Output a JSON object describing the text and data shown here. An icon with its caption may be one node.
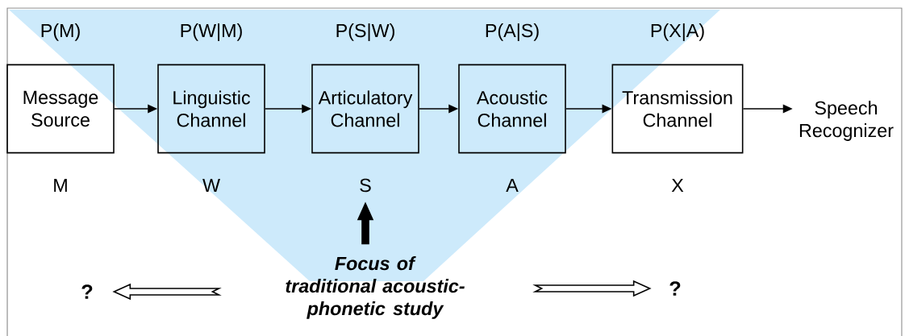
{
  "diagram": {
    "nodes": [
      {
        "text": [
          "Message Source"
        ],
        "beside": [
          "P(M)",
          "M"
        ]
      },
      {
        "text": [
          "Linguistic Channel"
        ],
        "beside": [
          "P(W|M)",
          "W"
        ]
      },
      {
        "text": [
          "Articulatory Channel"
        ],
        "beside": [
          "P(S|W)",
          "S"
        ]
      },
      {
        "text": [
          "Acoustic Channel"
        ],
        "beside": [
          "P(A|S)",
          "A"
        ]
      },
      {
        "text": [
          "Transmission Channel"
        ],
        "beside": [
          "P(X|A)",
          "X"
        ]
      },
      {
        "text": [
          "Speech Recognizer"
        ]
      },
      {
        "text": [
          "Focus of traditional acoustic-phonetic study"
        ]
      },
      {
        "text": [
          "?"
        ]
      },
      {
        "text": [
          "?"
        ]
      }
    ],
    "edges": [
      {
        "from": 0,
        "to": 1,
        "arrow": "to"
      },
      {
        "from": 1,
        "to": 2,
        "arrow": "to"
      },
      {
        "from": 2,
        "to": 3,
        "arrow": "to"
      },
      {
        "from": 3,
        "to": 4,
        "arrow": "to"
      },
      {
        "from": 4,
        "to": 5,
        "arrow": "to"
      },
      {
        "from": 6,
        "to": 2,
        "arrow": "to",
        "style": "thick",
        "color": "#000000"
      },
      {
        "from": 6,
        "to": 7,
        "arrow": "to",
        "style": "thick"
      },
      {
        "from": 6,
        "to": 8,
        "arrow": "to",
        "style": "thick"
      }
    ]
  }
}
